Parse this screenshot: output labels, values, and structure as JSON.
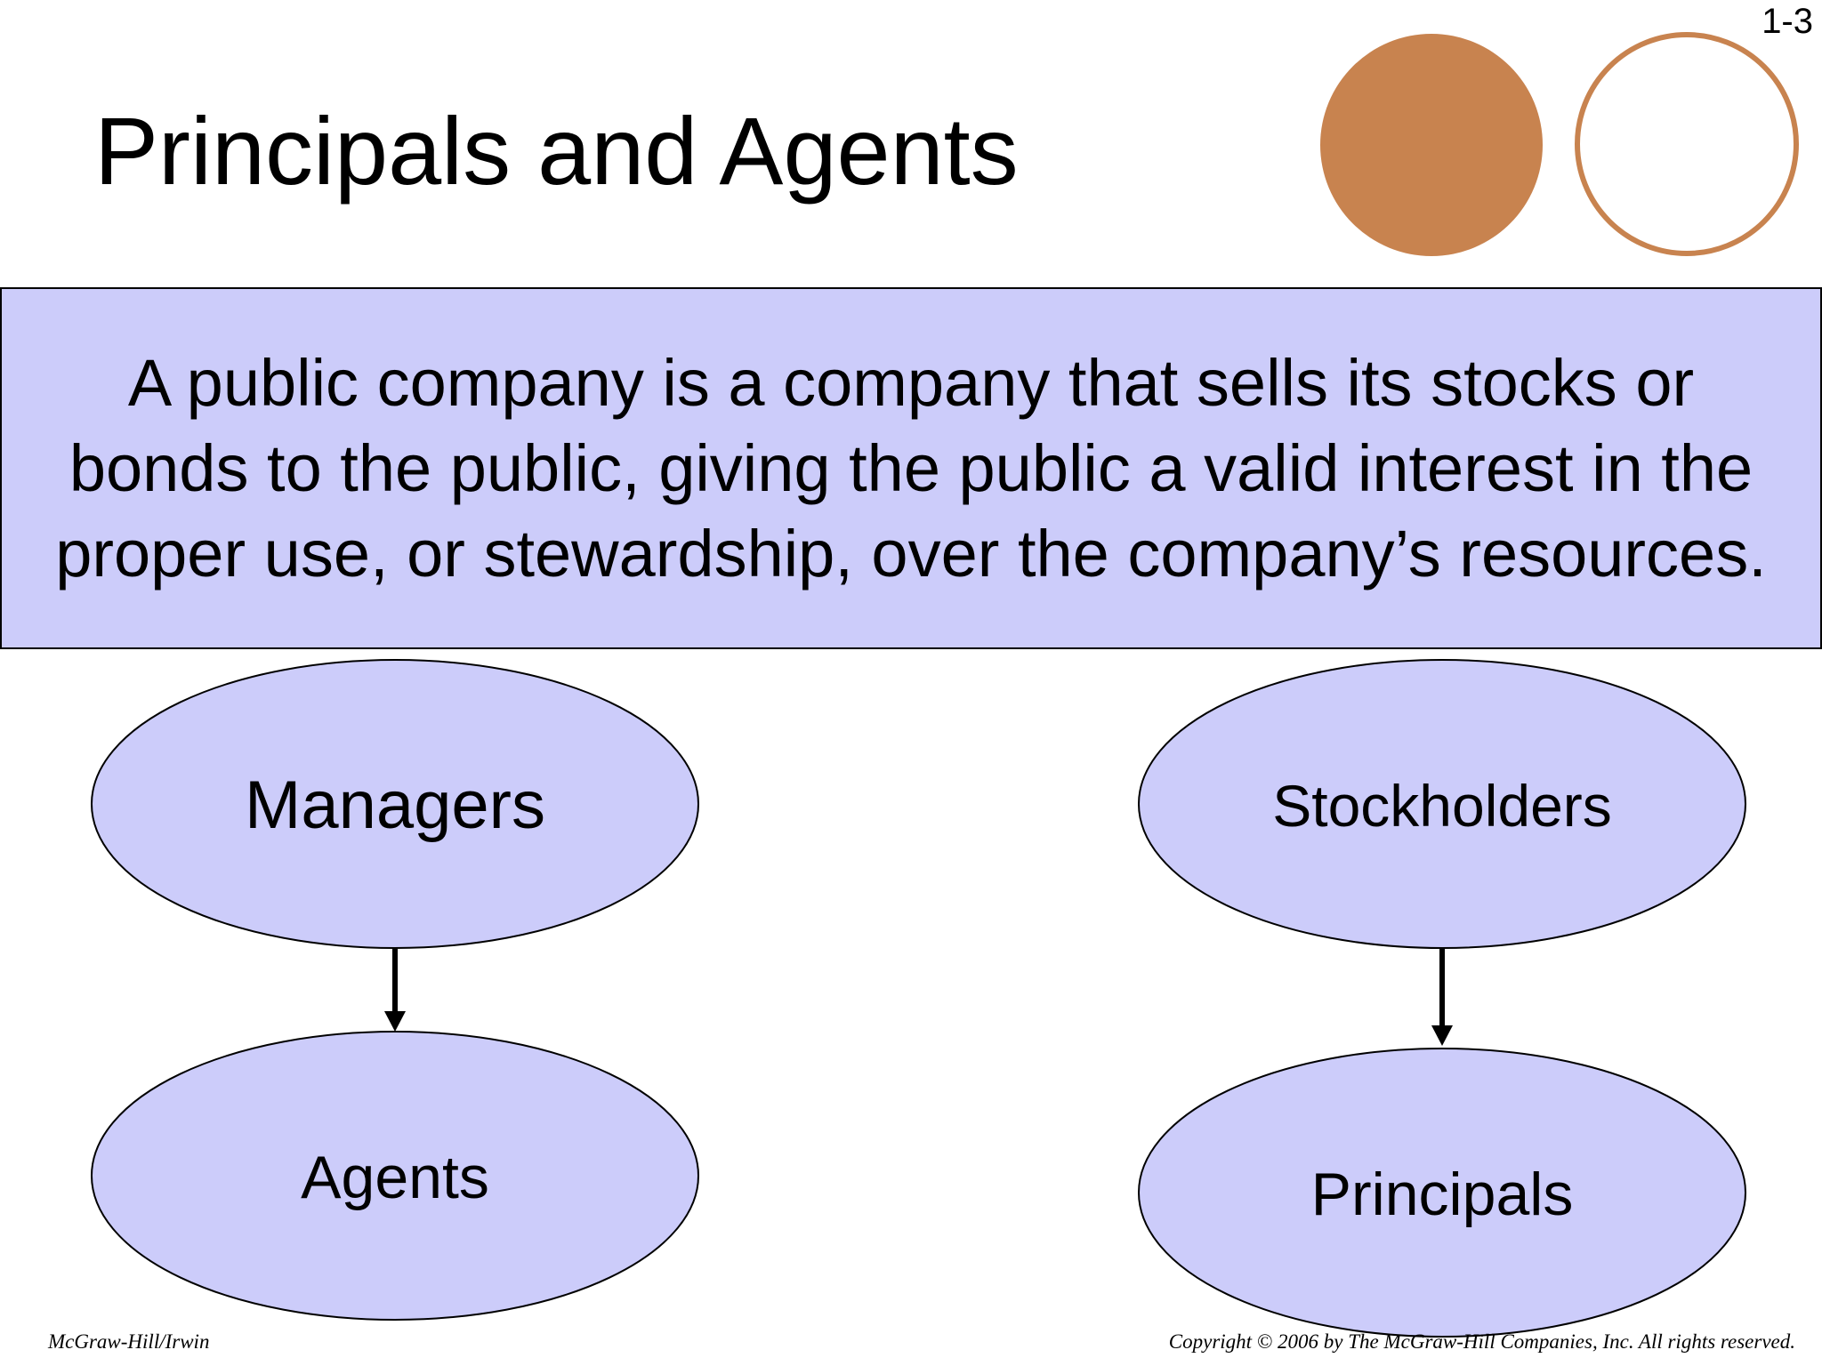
{
  "slide": {
    "number": "1-3",
    "title": "Principals and Agents"
  },
  "definition": {
    "text": "A public company is a company that sells its stocks or bonds to the public, giving the public a valid interest in the proper use, or stewardship, over the company’s resources."
  },
  "diagram": {
    "nodes": [
      {
        "id": "managers",
        "label": "Managers"
      },
      {
        "id": "agents",
        "label": "Agents"
      },
      {
        "id": "stockholders",
        "label": "Stockholders"
      },
      {
        "id": "principals",
        "label": "Principals"
      }
    ],
    "edges": [
      {
        "from": "managers",
        "to": "agents"
      },
      {
        "from": "stockholders",
        "to": "principals"
      }
    ]
  },
  "footer": {
    "left": "McGraw-Hill/Irwin",
    "right": "Copyright © 2006 by The McGraw-Hill Companies, Inc. All rights reserved."
  },
  "colors": {
    "accent": "#c8834f",
    "box_fill": "#ccccfa",
    "outline": "#000000"
  }
}
